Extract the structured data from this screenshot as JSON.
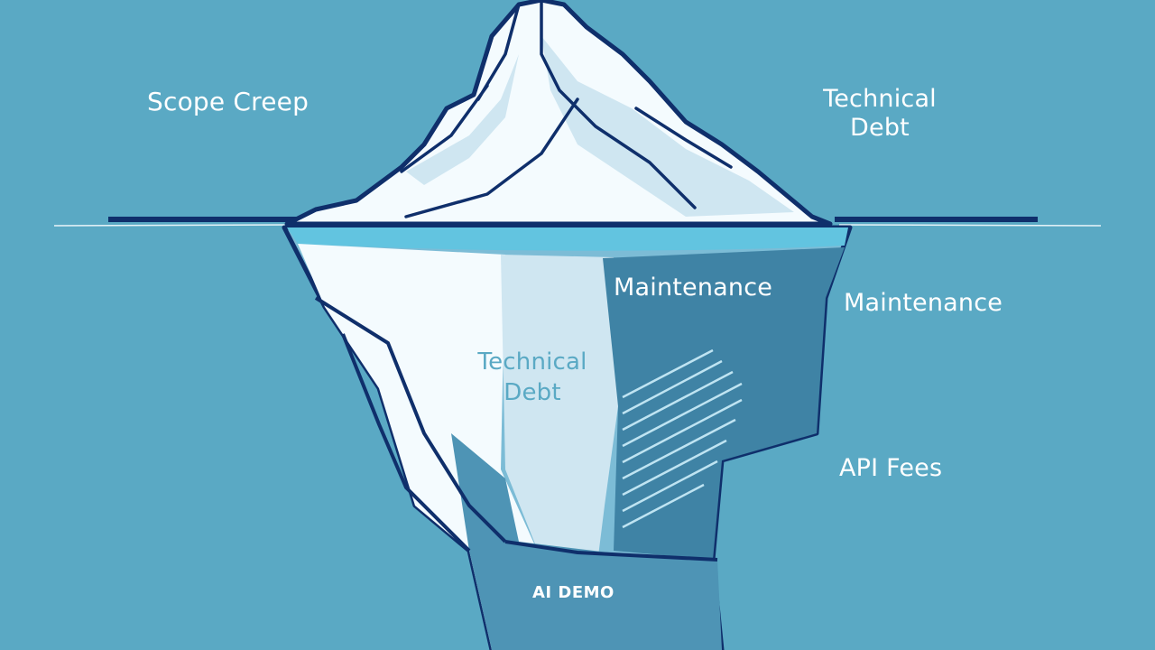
{
  "labels": {
    "scope_creep": "Scope Creep",
    "technical_debt_right": "Technical Debt",
    "maintenance_inner": "Maintenance",
    "maintenance_outer": "Maintenance",
    "technical_debt_inner": "Technical Debt",
    "api_fees": "API Fees",
    "bottom_text": "AI DEMO"
  },
  "colors": {
    "water": "#5aa9c4",
    "outline": "#0f2f6b",
    "ice_light": "#f4fbfe",
    "ice_mid": "#cfe6f1",
    "ice_shadow": "#8cc6dc",
    "waterline": "#62c4e0",
    "deep_panel": "#3f83a5"
  }
}
